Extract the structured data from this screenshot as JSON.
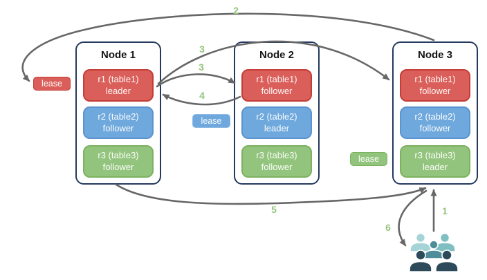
{
  "diagram": {
    "nodes": [
      {
        "title": "Node 1",
        "replicas": [
          {
            "name": "r1 (table1)",
            "role": "leader"
          },
          {
            "name": "r2 (table2)",
            "role": "follower"
          },
          {
            "name": "r3 (table3)",
            "role": "follower"
          }
        ]
      },
      {
        "title": "Node 2",
        "replicas": [
          {
            "name": "r1 (table1)",
            "role": "follower"
          },
          {
            "name": "r2 (table2)",
            "role": "leader"
          },
          {
            "name": "r3 (table3)",
            "role": "follower"
          }
        ]
      },
      {
        "title": "Node 3",
        "replicas": [
          {
            "name": "r1 (table1)",
            "role": "follower"
          },
          {
            "name": "r2 (table2)",
            "role": "follower"
          },
          {
            "name": "r3 (table3)",
            "role": "leader"
          }
        ]
      }
    ],
    "leases": [
      {
        "label": "lease",
        "color": "#da5e59"
      },
      {
        "label": "lease",
        "color": "#6fa8dc"
      },
      {
        "label": "lease",
        "color": "#93c47d"
      }
    ],
    "steps": {
      "s1": "1",
      "s2": "2",
      "s3a": "3",
      "s3b": "3",
      "s4": "4",
      "s5": "5",
      "s6": "6"
    },
    "icons": {
      "users": "users-group-icon"
    },
    "colors": {
      "replica_red": "#da5e59",
      "replica_blue": "#6fa8dc",
      "replica_green": "#93c47d",
      "node_border": "#24395e",
      "arrow": "#676767",
      "step_label": "#93c47d",
      "users_light": "#a6d4d6",
      "users_medium": "#7fbfc2",
      "users_teal": "#4f8d9a",
      "users_dark": "#2d4a5b"
    }
  }
}
